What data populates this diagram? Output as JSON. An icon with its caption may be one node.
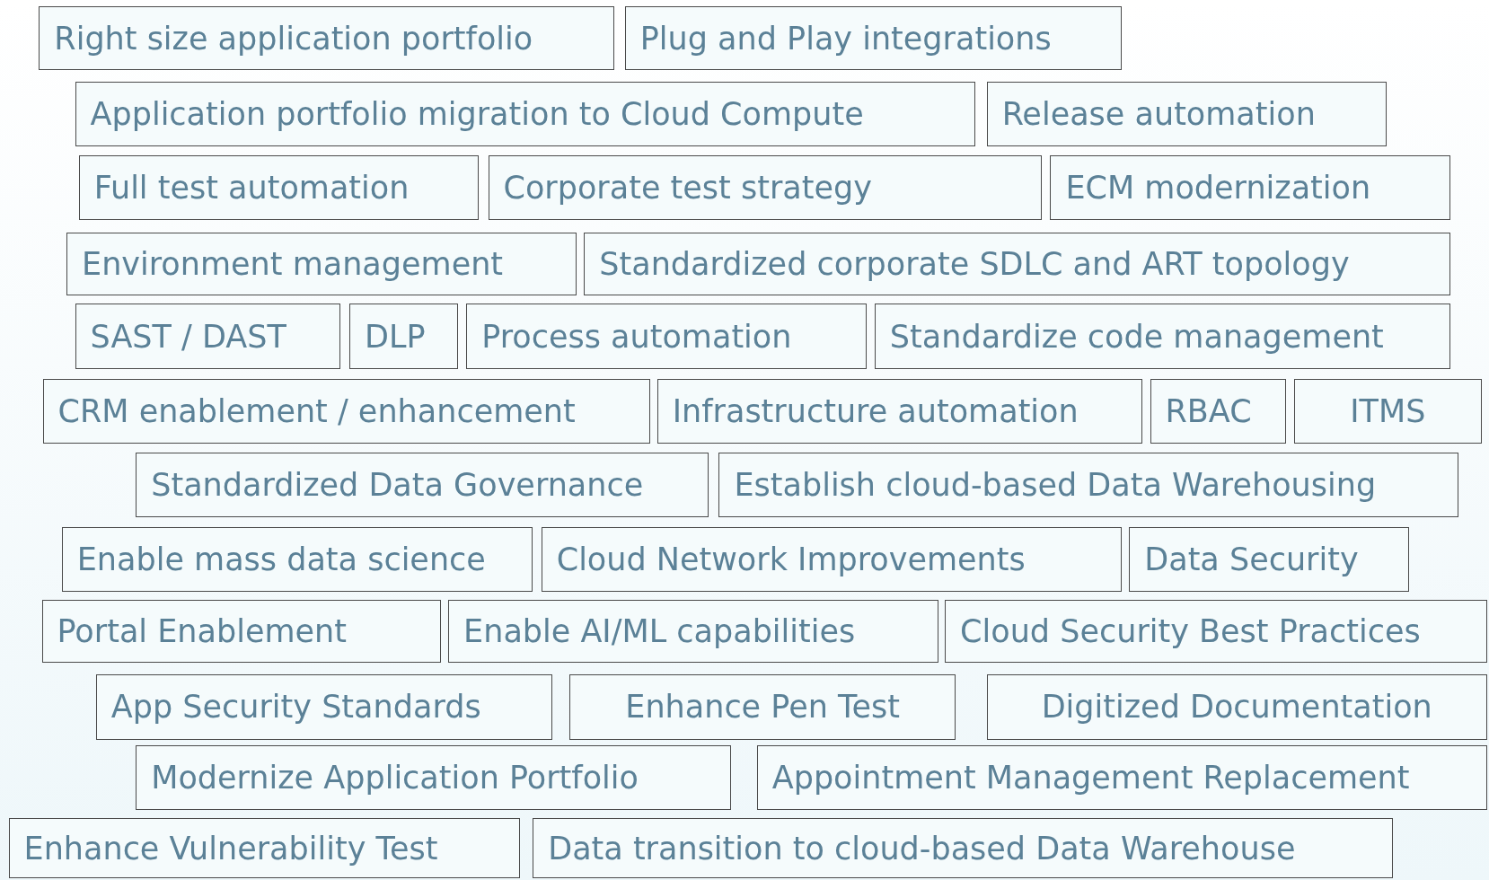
{
  "diagram": {
    "nodes": [
      {
        "text": [
          "Right size application portfolio"
        ]
      },
      {
        "text": [
          "Plug and Play integrations"
        ]
      },
      {
        "text": [
          "Application portfolio migration to Cloud Compute"
        ]
      },
      {
        "text": [
          "Release automation"
        ]
      },
      {
        "text": [
          "Full test automation"
        ]
      },
      {
        "text": [
          "Corporate test strategy"
        ]
      },
      {
        "text": [
          "ECM modernization"
        ]
      },
      {
        "text": [
          "Environment management"
        ]
      },
      {
        "text": [
          "Standardized corporate SDLC and ART topology"
        ]
      },
      {
        "text": [
          "SAST / DAST"
        ]
      },
      {
        "text": [
          "DLP"
        ]
      },
      {
        "text": [
          "Process automation"
        ]
      },
      {
        "text": [
          "Standardize code management"
        ]
      },
      {
        "text": [
          "CRM enablement / enhancement"
        ]
      },
      {
        "text": [
          "Infrastructure automation"
        ]
      },
      {
        "text": [
          "RBAC"
        ]
      },
      {
        "text": [
          "ITMS"
        ]
      },
      {
        "text": [
          "Standardized Data Governance"
        ]
      },
      {
        "text": [
          "Establish cloud-based Data Warehousing"
        ]
      },
      {
        "text": [
          "Enable mass data science"
        ]
      },
      {
        "text": [
          "Cloud Network Improvements"
        ]
      },
      {
        "text": [
          "Data Security"
        ]
      },
      {
        "text": [
          "Portal Enablement"
        ]
      },
      {
        "text": [
          "Enable AI/ML capabilities"
        ]
      },
      {
        "text": [
          "Cloud Security Best Practices"
        ]
      },
      {
        "text": [
          "App Security Standards"
        ]
      },
      {
        "text": [
          "Enhance Pen Test"
        ]
      },
      {
        "text": [
          "Digitized Documentation"
        ]
      },
      {
        "text": [
          "Modernize Application Portfolio"
        ]
      },
      {
        "text": [
          "Appointment Management Replacement"
        ]
      },
      {
        "text": [
          "Enhance Vulnerability Test"
        ]
      },
      {
        "text": [
          "Data transition to cloud-based Data Warehouse"
        ]
      }
    ]
  }
}
